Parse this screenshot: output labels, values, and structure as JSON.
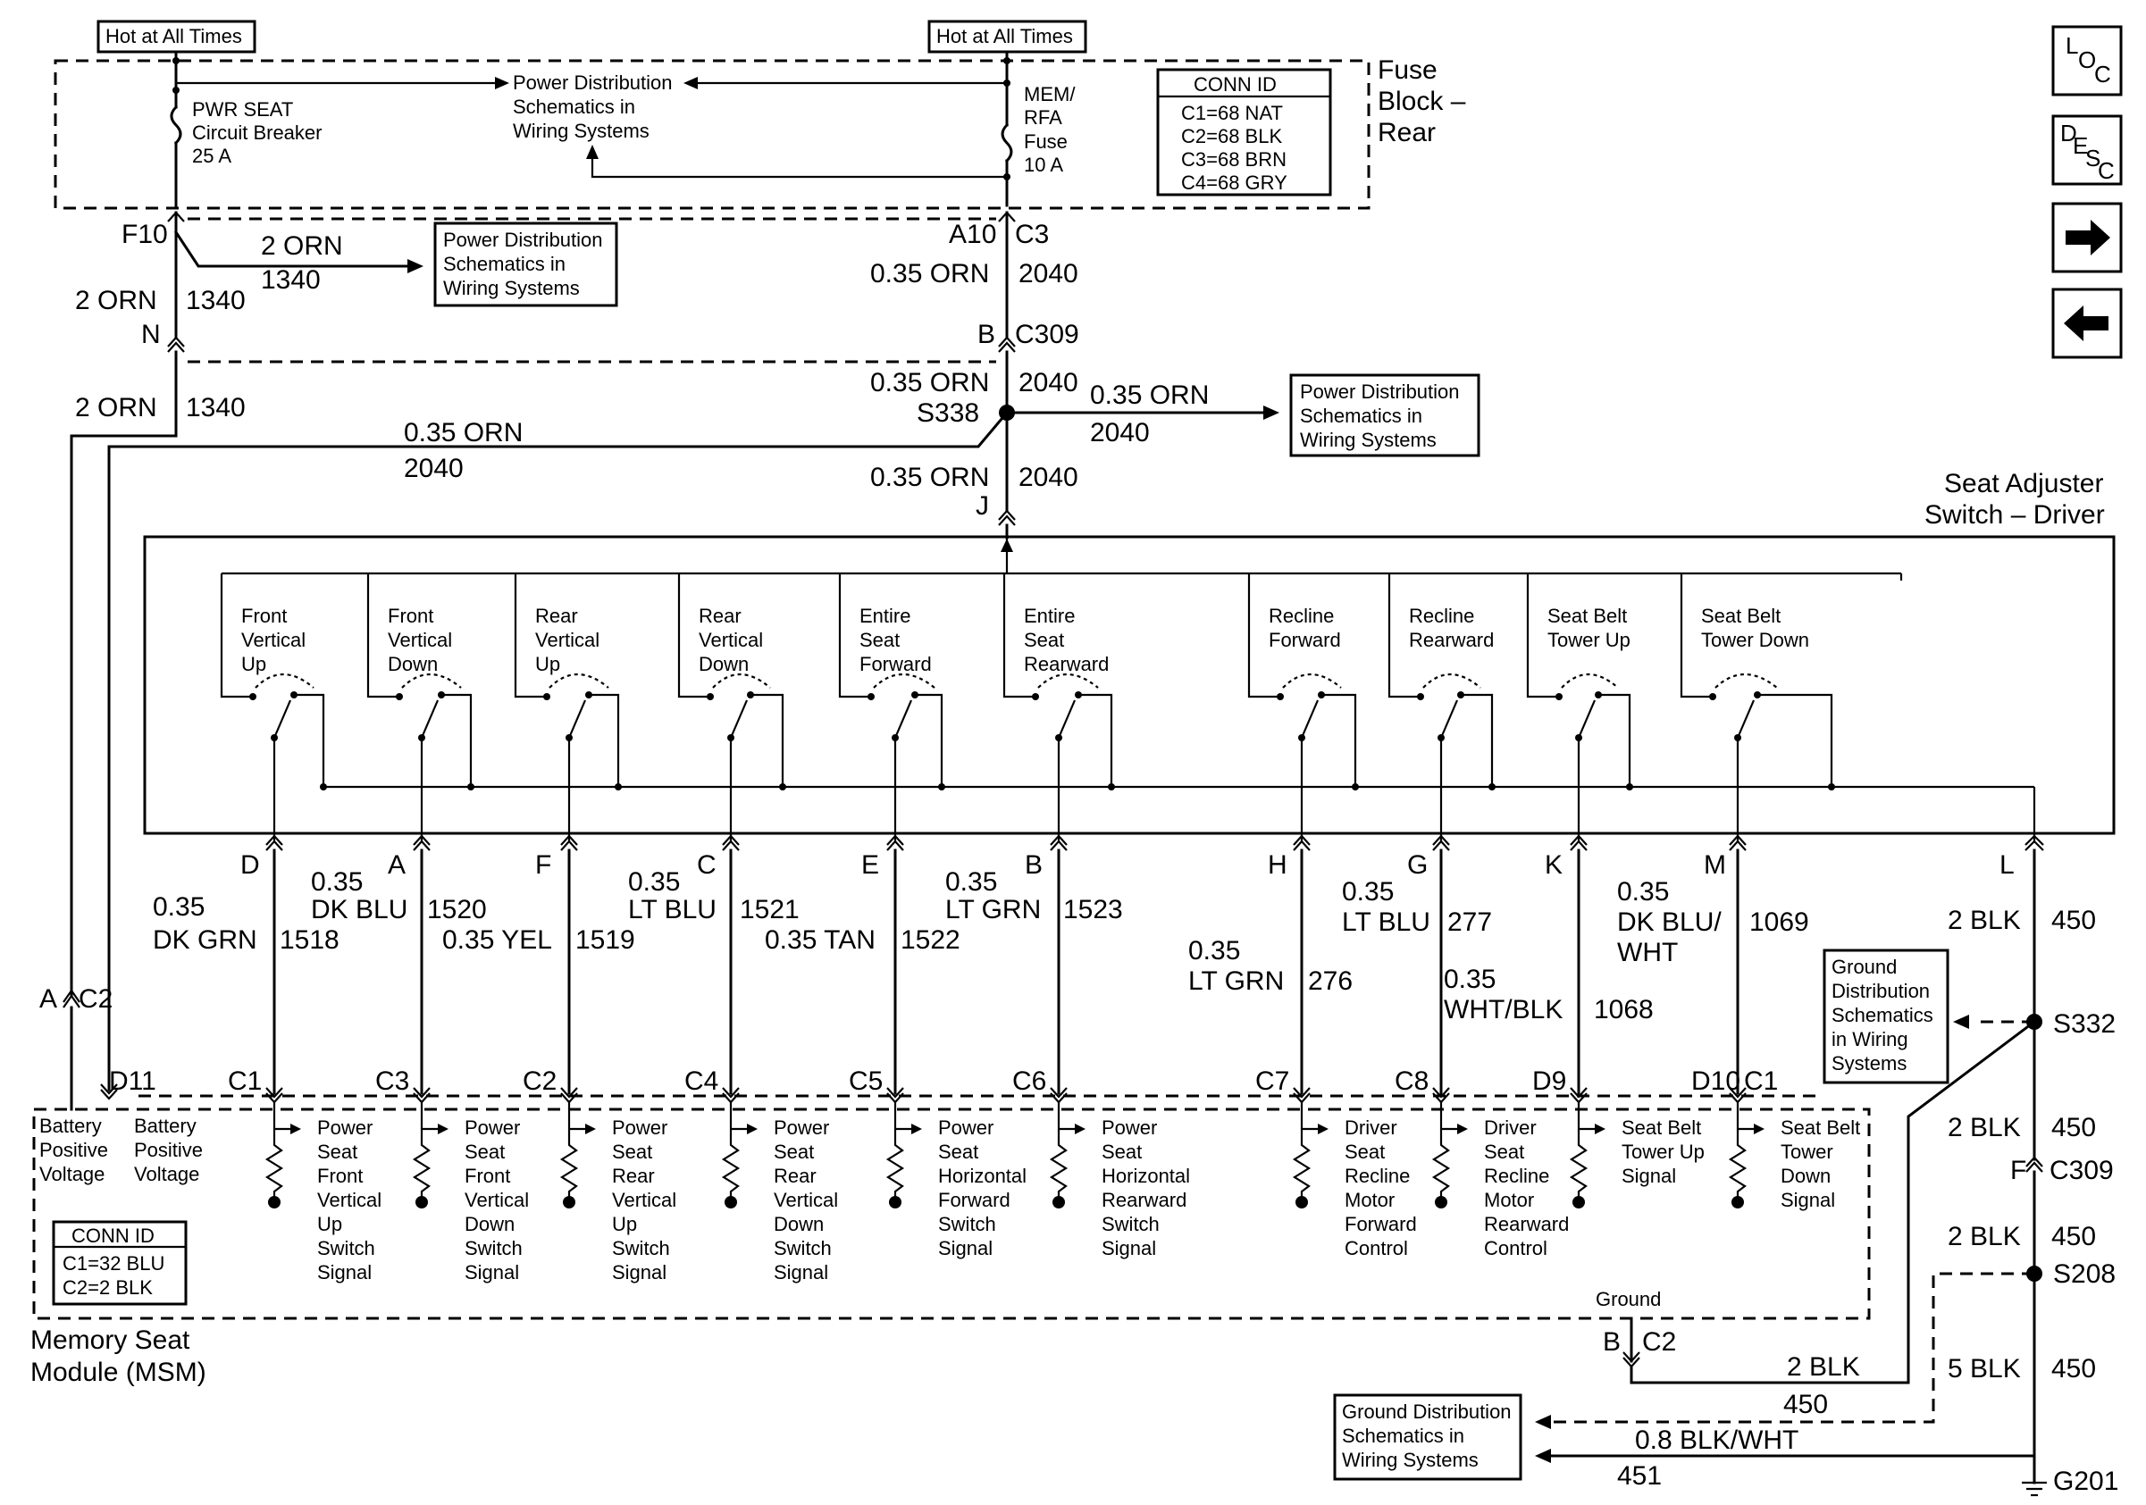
{
  "labels": {
    "hot1": "Hot at All Times",
    "hot2": "Hot at All Times",
    "pwr_seat": [
      "PWR SEAT",
      "Circuit Breaker",
      "25 A"
    ],
    "pds_top": [
      "Power Distribution",
      "Schematics in",
      "Wiring Systems"
    ],
    "mem_fuse": [
      "MEM/",
      "RFA",
      "Fuse",
      "10 A"
    ],
    "conn_fb_title": "CONN ID",
    "conn_fb": [
      "C1=68 NAT",
      "C2=68 BLK",
      "C3=68 BRN",
      "C4=68 GRY"
    ],
    "fuse_block": [
      "Fuse",
      "Block –",
      "Rear"
    ],
    "F10": "F10",
    "A10": "A10",
    "C3_top": "C3",
    "orn2_a": "2 ORN",
    "n1340_a": "1340",
    "pds_left": [
      "Power Distribution",
      "Schematics in",
      "Wiring Systems"
    ],
    "orn035_a": "0.35 ORN",
    "n2040_a": "2040",
    "orn2_b": "2 ORN",
    "n1340_b": "1340",
    "N": "N",
    "B_c309": "B",
    "C309_top": "C309",
    "orn2_c": "2 ORN",
    "n1340_c": "1340",
    "orn035_b": "0.35 ORN",
    "n2040_b": "2040",
    "S338": "S338",
    "orn035_c": "0.35 ORN",
    "n2040_c": "2040",
    "pds_right": [
      "Power Distribution",
      "Schematics in",
      "Wiring Systems"
    ],
    "orn035_d": "0.35 ORN",
    "n2040_d": "2040",
    "orn035_e": "0.35 ORN",
    "n2040_e": "2040",
    "J": "J",
    "seat_adj": [
      "Seat Adjuster",
      "Switch – Driver"
    ],
    "A_left": "A",
    "C2_left": "C2",
    "D11": "D11",
    "mod_batt1": [
      "Battery",
      "Positive",
      "Voltage"
    ],
    "mod_batt2": [
      "Battery",
      "Positive",
      "Voltage"
    ],
    "conn_msm_title": "CONN ID",
    "conn_msm": [
      "C1=32 BLU",
      "C2=2 BLK"
    ],
    "msm": [
      "Memory Seat",
      "Module (MSM)"
    ],
    "ground_lbl": "Ground",
    "B_bot": "B",
    "C2_bot": "C2",
    "blk2_bot": "2 BLK",
    "n450_bot": "450",
    "gds_right": [
      "Ground",
      "Distribution",
      "Schematics",
      "in Wiring",
      "Systems"
    ],
    "gds_bottom": [
      "Ground Distribution",
      "Schematics in",
      "Wiring Systems"
    ],
    "blkwht": "0.8 BLK/WHT",
    "n451": "451",
    "L": "L",
    "blk2_a": "2 BLK",
    "n450_a": "450",
    "S332": "S332",
    "C1_right": "C1",
    "blk2_b": "2 BLK",
    "n450_b": "450",
    "F_c309": "F",
    "C309_bot": "C309",
    "blk2_c": "2 BLK",
    "n450_c": "450",
    "S208": "S208",
    "blk5": "5 BLK",
    "n450_d": "450",
    "G201": "G201"
  },
  "switches": [
    {
      "name": [
        "Front",
        "Vertical",
        "Up"
      ]
    },
    {
      "name": [
        "Front",
        "Vertical",
        "Down"
      ]
    },
    {
      "name": [
        "Rear",
        "Vertical",
        "Up"
      ]
    },
    {
      "name": [
        "Rear",
        "Vertical",
        "Down"
      ]
    },
    {
      "name": [
        "Entire",
        "Seat",
        "Forward"
      ]
    },
    {
      "name": [
        "Entire",
        "Seat",
        "Rearward"
      ]
    },
    {
      "name": [
        "Recline",
        "Forward"
      ]
    },
    {
      "name": [
        "Recline",
        "Rearward"
      ]
    },
    {
      "name": [
        "Seat Belt",
        "Tower Up"
      ]
    },
    {
      "name": [
        "Seat Belt",
        "Tower Down"
      ]
    }
  ],
  "circuits": [
    {
      "pin": "D",
      "conn": "C1",
      "gauge": "0.35",
      "color": "DK GRN",
      "num": "1518",
      "sig": [
        "Power",
        "Seat",
        "Front",
        "Vertical",
        "Up",
        "Switch",
        "Signal"
      ]
    },
    {
      "pin": "A",
      "conn": "C3",
      "gauge": "0.35",
      "color": "DK BLU",
      "num": "1520",
      "sig": [
        "Power",
        "Seat",
        "Front",
        "Vertical",
        "Down",
        "Switch",
        "Signal"
      ]
    },
    {
      "pin": "F",
      "conn": "C2",
      "gauge": "0.35",
      "color": "YEL",
      "num": "1519",
      "sig": [
        "Power",
        "Seat",
        "Rear",
        "Vertical",
        "Up",
        "Switch",
        "Signal"
      ]
    },
    {
      "pin": "C",
      "conn": "C4",
      "gauge": "0.35",
      "color": "LT BLU",
      "num": "1521",
      "sig": [
        "Power",
        "Seat",
        "Rear",
        "Vertical",
        "Down",
        "Switch",
        "Signal"
      ]
    },
    {
      "pin": "E",
      "conn": "C5",
      "gauge": "0.35",
      "color": "TAN",
      "num": "1522",
      "sig": [
        "Power",
        "Seat",
        "Horizontal",
        "Forward",
        "Switch",
        "Signal"
      ]
    },
    {
      "pin": "B",
      "conn": "C6",
      "gauge": "0.35",
      "color": "LT GRN",
      "num": "1523",
      "sig": [
        "Power",
        "Seat",
        "Horizontal",
        "Rearward",
        "Switch",
        "Signal"
      ]
    },
    {
      "pin": "H",
      "conn": "C7",
      "gauge": "0.35",
      "color": "LT GRN",
      "num": "276",
      "sig": [
        "Driver",
        "Seat",
        "Recline",
        "Motor",
        "Forward",
        "Control"
      ]
    },
    {
      "pin": "G",
      "conn": "C8",
      "gauge": "0.35",
      "color": "LT BLU",
      "num": "277",
      "sig": [
        "Driver",
        "Seat",
        "Recline",
        "Motor",
        "Rearward",
        "Control"
      ]
    },
    {
      "pin": "K",
      "conn": "D9",
      "gauge": "0.35",
      "color": "WHT/BLK",
      "num": "1068",
      "sig": [
        "Seat Belt",
        "Tower Up",
        "Signal"
      ]
    },
    {
      "pin": "M",
      "conn": "D10",
      "gauge": "0.35",
      "color": "DK BLU/WHT",
      "num": "1069",
      "sig": [
        "Seat Belt",
        "Tower",
        "Down",
        "Signal"
      ]
    }
  ],
  "circuit_text": {
    "g1": "0.35",
    "c1": "DK GRN",
    "n1": "1518",
    "g2": "0.35",
    "c2": "DK BLU",
    "n2": "1520",
    "c3": "0.35 YEL",
    "n3": "1519",
    "g4": "0.35",
    "c4": "LT BLU",
    "n4": "1521",
    "c5": "0.35 TAN",
    "n5": "1522",
    "g6": "0.35",
    "c6": "LT GRN",
    "n6": "1523",
    "g7": "0.35",
    "c7": "LT GRN",
    "n7": "276",
    "g8": "0.35",
    "c8": "LT BLU",
    "n8": "277",
    "g9": "0.35",
    "c9": "WHT/BLK",
    "n9": "1068",
    "g10": "0.35",
    "c10a": "DK BLU/",
    "c10b": "WHT",
    "n10": "1069"
  },
  "nav": {
    "loc": [
      "L",
      "O",
      "C"
    ],
    "desc": [
      "D",
      "E",
      "S",
      "C"
    ],
    "next_icon": "right-arrow-icon",
    "prev_icon": "left-arrow-icon"
  }
}
